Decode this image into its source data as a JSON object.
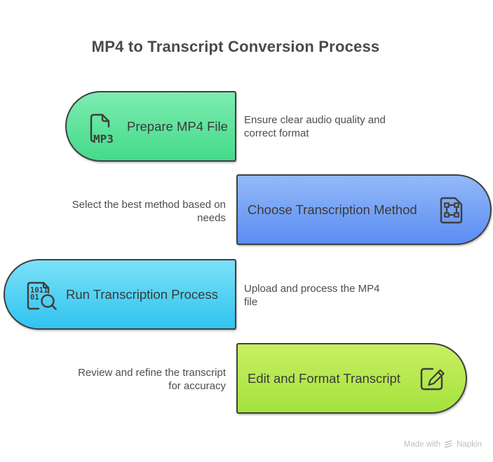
{
  "title": "MP4 to Transcript Conversion Process",
  "steps": [
    {
      "label": "Prepare MP4 File",
      "description": "Ensure clear audio quality and correct format",
      "icon": "mp3-file-icon",
      "shape_side": "left-cap",
      "gradient_top": "#7decb0",
      "gradient_bottom": "#44da8a"
    },
    {
      "label": "Choose Transcription Method",
      "description": "Select the best method based on needs",
      "icon": "vector-file-icon",
      "shape_side": "right-cap",
      "gradient_top": "#93b9f8",
      "gradient_bottom": "#5b8df2"
    },
    {
      "label": "Run Transcription Process",
      "description": "Upload and process the MP4 file",
      "icon": "document-search-icon",
      "shape_side": "left-cap",
      "gradient_top": "#7be1f8",
      "gradient_bottom": "#30c3f0"
    },
    {
      "label": "Edit and Format Transcript",
      "description": "Review and refine the transcript for accuracy",
      "icon": "edit-pencil-icon",
      "shape_side": "right-cap",
      "gradient_top": "#c9ef63",
      "gradient_bottom": "#a4e23c"
    }
  ],
  "icon_labels": {
    "mp3": "MP3",
    "binary_row1": "1011",
    "binary_row2": "01"
  },
  "colors": {
    "shape_border": "#3f3f3f",
    "title_text": "#4a4a4a",
    "label_text": "#3a3a3a",
    "description_text": "#4d4d4d",
    "footer_text": "#bfbfbf"
  },
  "footer": {
    "made_with": "Made with",
    "brand": "Napkin"
  }
}
